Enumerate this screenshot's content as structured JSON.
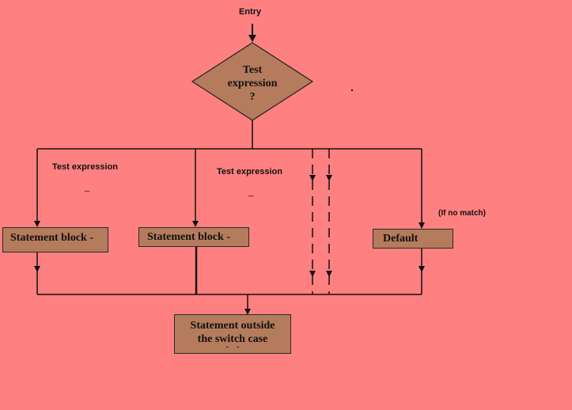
{
  "entry_label": "Entry",
  "decision": {
    "line1": "Test",
    "line2": "expression",
    "line3": "?"
  },
  "branch_labels": [
    "Test expression",
    "Test expression"
  ],
  "branch_dashes": [
    "_",
    "_"
  ],
  "no_match_label": "(If no match)",
  "blocks": {
    "block1": "Statement block -",
    "block2": "Statement block -",
    "default": "Default"
  },
  "outside": {
    "line1": "Statement outside",
    "line2": "the switch case",
    "dashes": "-    -"
  },
  "stray_dot": "."
}
